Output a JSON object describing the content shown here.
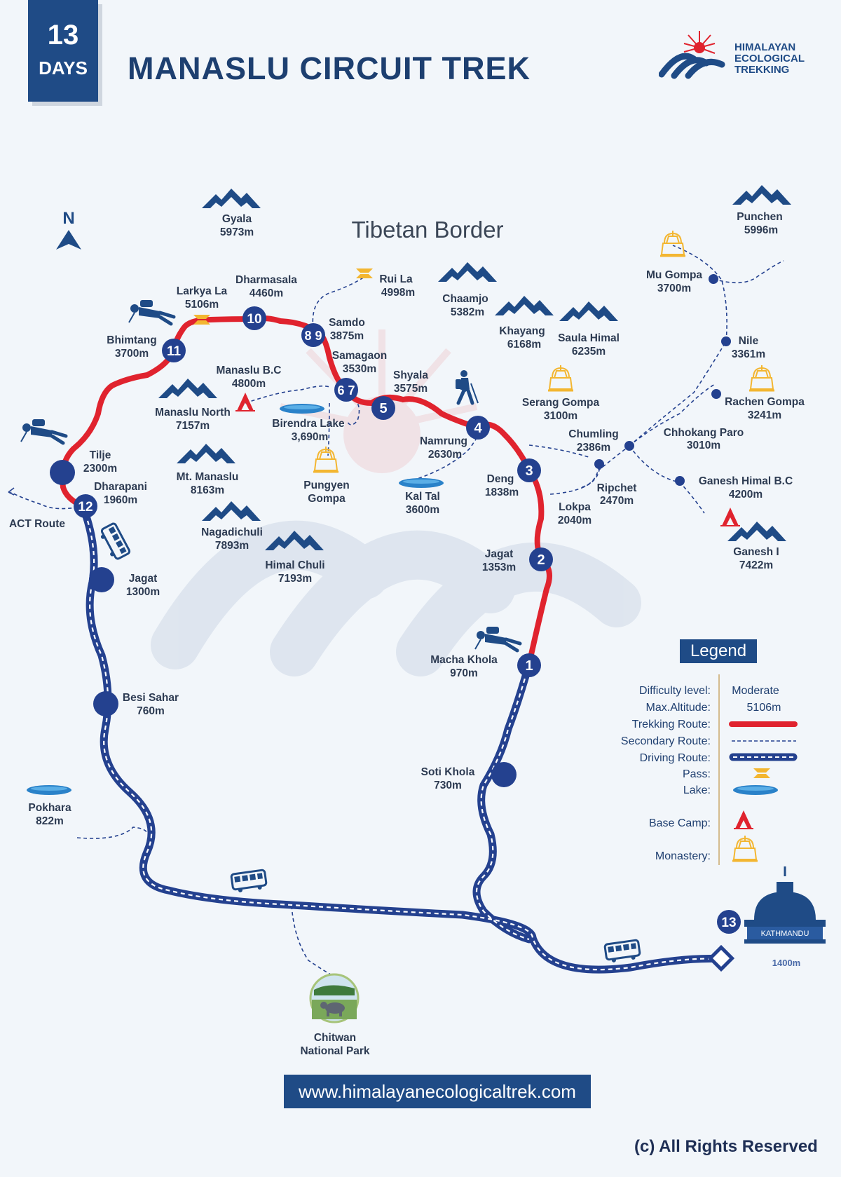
{
  "header": {
    "days_number": "13",
    "days_label": "DAYS",
    "title": "MANASLU CIRCUIT TREK"
  },
  "logo": {
    "line1": "HIMALAYAN",
    "line2": "ECOLOGICAL",
    "line3": "TREKKING"
  },
  "compass": {
    "label": "N"
  },
  "region_label": "Tibetan Border",
  "stops": [
    {
      "id": "1",
      "name": "Macha Khola",
      "alt": "970m"
    },
    {
      "id": "2",
      "name": "Jagat",
      "alt": "1353m"
    },
    {
      "id": "3",
      "name": "Deng",
      "alt": "1838m"
    },
    {
      "id": "4",
      "name": "Namrung",
      "alt": "2630m"
    },
    {
      "id": "5",
      "name": "Shyala",
      "alt": "3575m"
    },
    {
      "id": "6 7",
      "name": "Samagaon",
      "alt": "3530m"
    },
    {
      "id": "8 9",
      "name": "Samdo",
      "alt": "3875m"
    },
    {
      "id": "10",
      "name": "Dharmasala",
      "alt": "4460m"
    },
    {
      "id": "11",
      "name": "Bhimtang",
      "alt": "3700m"
    },
    {
      "id": "12",
      "name": "Dharapani",
      "alt": "1960m"
    },
    {
      "id": "13",
      "name": "KATHMANDU",
      "alt": "1400m"
    }
  ],
  "places": {
    "larkya": {
      "name": "Larkya La",
      "alt": "5106m"
    },
    "rui": {
      "name": "Rui La",
      "alt": "4998m"
    },
    "manaslu_bc": {
      "name": "Manaslu B.C",
      "alt": "4800m"
    },
    "birendra": {
      "name": "Birendra Lake",
      "alt": "3,690m"
    },
    "pungyen": {
      "name": "Pungyen",
      "alt": "Gompa"
    },
    "kaltal": {
      "name": "Kal Tal",
      "alt": "3600m"
    },
    "serang": {
      "name": "Serang Gompa",
      "alt": "3100m"
    },
    "chumling": {
      "name": "Chumling",
      "alt": "2386m"
    },
    "ripchet": {
      "name": "Ripchet",
      "alt": "2470m"
    },
    "lokpa": {
      "name": "Lokpa",
      "alt": "2040m"
    },
    "chhokang": {
      "name": "Chhokang Paro",
      "alt": "3010m"
    },
    "ganesh_bc": {
      "name": "Ganesh Himal B.C",
      "alt": "4200m"
    },
    "rachen": {
      "name": "Rachen Gompa",
      "alt": "3241m"
    },
    "nile": {
      "name": "Nile",
      "alt": "3361m"
    },
    "mugompa": {
      "name": "Mu Gompa",
      "alt": "3700m"
    },
    "tilje": {
      "name": "Tilje",
      "alt": "2300m"
    },
    "jagat2": {
      "name": "Jagat",
      "alt": "1300m"
    },
    "besi": {
      "name": "Besi Sahar",
      "alt": "760m"
    },
    "pokhara": {
      "name": "Pokhara",
      "alt": "822m"
    },
    "soti": {
      "name": "Soti Khola",
      "alt": "730m"
    },
    "chitwan": {
      "name": "Chitwan",
      "alt": "National Park"
    },
    "act": {
      "name": "ACT Route"
    }
  },
  "peaks": [
    {
      "name": "Gyala",
      "alt": "5973m"
    },
    {
      "name": "Chaamjo",
      "alt": "5382m"
    },
    {
      "name": "Khayang",
      "alt": "6168m"
    },
    {
      "name": "Saula Himal",
      "alt": "6235m"
    },
    {
      "name": "Punchen",
      "alt": "5996m"
    },
    {
      "name": "Manaslu North",
      "alt": "7157m"
    },
    {
      "name": "Mt. Manaslu",
      "alt": "8163m"
    },
    {
      "name": "Nagadichuli",
      "alt": "7893m"
    },
    {
      "name": "Himal Chuli",
      "alt": "7193m"
    },
    {
      "name": "Ganesh I",
      "alt": "7422m"
    }
  ],
  "legend": {
    "title": "Legend",
    "rows": [
      {
        "label": "Difficulty level:",
        "value": "Moderate"
      },
      {
        "label": "Max.Altitude:",
        "value": "5106m"
      },
      {
        "label": "Trekking Route:",
        "value": ""
      },
      {
        "label": "Secondary Route:",
        "value": ""
      },
      {
        "label": "Driving Route:",
        "value": ""
      },
      {
        "label": "Pass:",
        "value": ""
      },
      {
        "label": "Lake:",
        "value": ""
      },
      {
        "label": "Base Camp:",
        "value": ""
      },
      {
        "label": "Monastery:",
        "value": ""
      }
    ]
  },
  "footer": {
    "website": "www.himalayanecologicaltrek.com",
    "copyright": "(c) All Rights Reserved"
  },
  "colors": {
    "trek_red": "#e0232e",
    "navy": "#1f4b86",
    "route_blue": "#24418f",
    "pass_yellow": "#f3b631"
  }
}
